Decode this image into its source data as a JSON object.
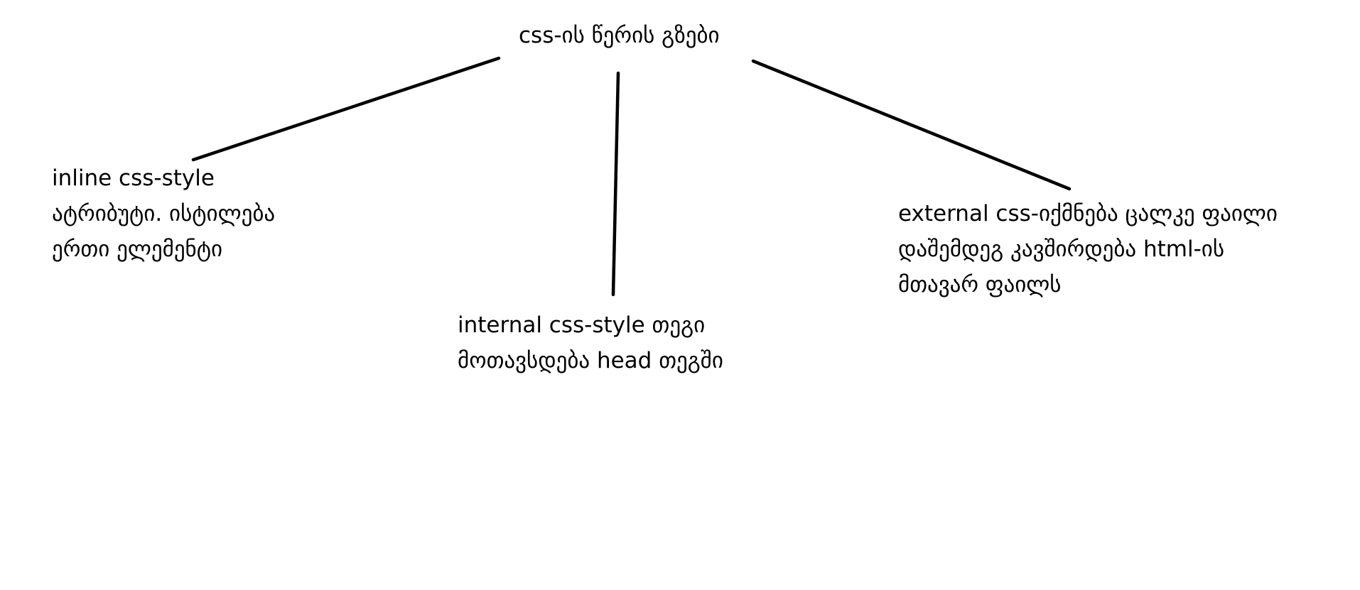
{
  "diagram": {
    "root": {
      "label": "css-ის წერის გზები"
    },
    "nodes": [
      {
        "lines": [
          "inline css-style",
          "ატრიბუტი. ისტილება",
          "ერთი ელემენტი"
        ]
      },
      {
        "lines": [
          "internal css-style თეგი",
          "მოთავსდება head თეგში"
        ]
      },
      {
        "lines": [
          "external css-იქმნება ცალკე ფაილი",
          "დაშემდეგ კავშირდება html-ის",
          "მთავარ ფაილს"
        ]
      }
    ]
  }
}
